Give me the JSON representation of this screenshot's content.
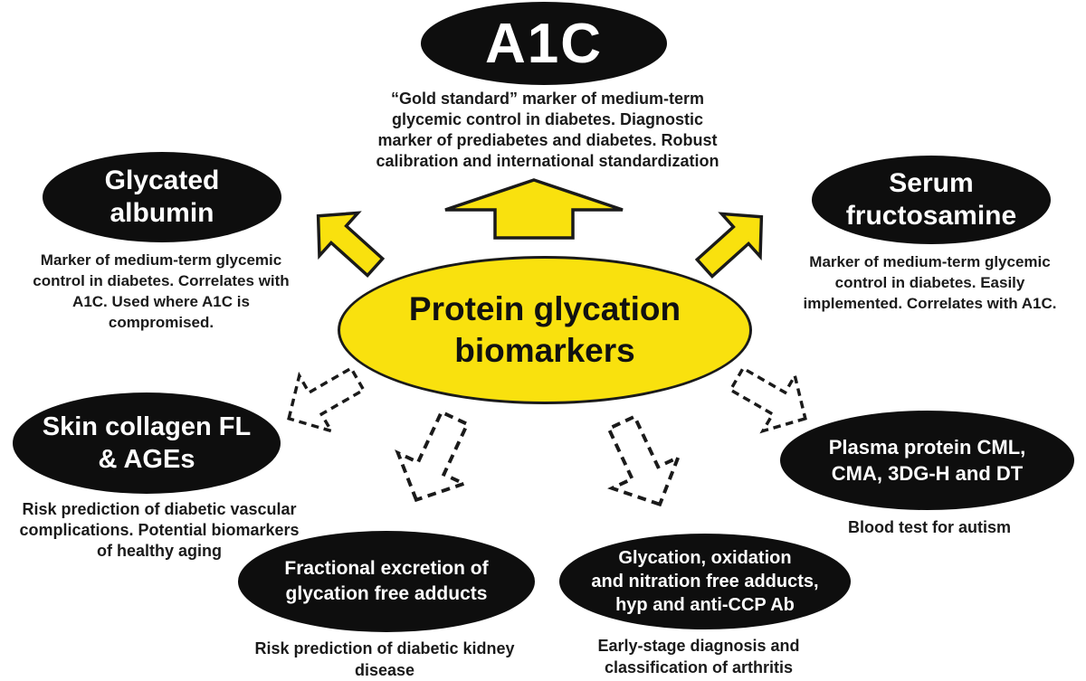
{
  "figure": {
    "title": "Protein glycation biomarkers diagram",
    "colors": {
      "node_fill": "#0e0e0e",
      "node_text": "#ffffff",
      "center_fill": "#F9E10E",
      "arrow_fill": "#F9E10E",
      "outline": "#1a1a1a",
      "background": "#ffffff"
    },
    "center": {
      "label": "Protein glycation\nbiomarkers"
    },
    "nodes": [
      {
        "id": "a1c",
        "label": "A1C",
        "description": "“Gold standard” marker of medium-term\nglycemic control in diabetes. Diagnostic\nmarker of prediabetes and diabetes.  Robust\ncalibration and international standardization"
      },
      {
        "id": "glycated-albumin",
        "label": "Glycated\nalbumin",
        "description": "Marker of medium-term  glycemic\ncontrol in diabetes. Correlates with\nA1C. Used where A1C is\ncompromised."
      },
      {
        "id": "serum-fructosamine",
        "label": "Serum\nfructosamine",
        "description": "Marker of medium-term  glycemic\ncontrol in diabetes. Easily\nimplemented.  Correlates with A1C."
      },
      {
        "id": "skin-collagen-fl-ages",
        "label": "Skin collagen FL\n& AGEs",
        "description": "Risk prediction of diabetic vascular\ncomplications. Potential biomarkers\nof healthy aging"
      },
      {
        "id": "fractional-excretion",
        "label": "Fractional excretion of\nglycation free adducts",
        "description": "Risk prediction of diabetic kidney\ndisease"
      },
      {
        "id": "glycation-oxidation-nitration",
        "label": "Glycation, oxidation\nand nitration free adducts,\nhyp and anti-CCP Ab",
        "description": "Early-stage diagnosis and\nclassification of arthritis"
      },
      {
        "id": "plasma-protein",
        "label": "Plasma protein CML,\nCMA, 3DG-H and DT",
        "description": "Blood test for autism"
      }
    ]
  }
}
